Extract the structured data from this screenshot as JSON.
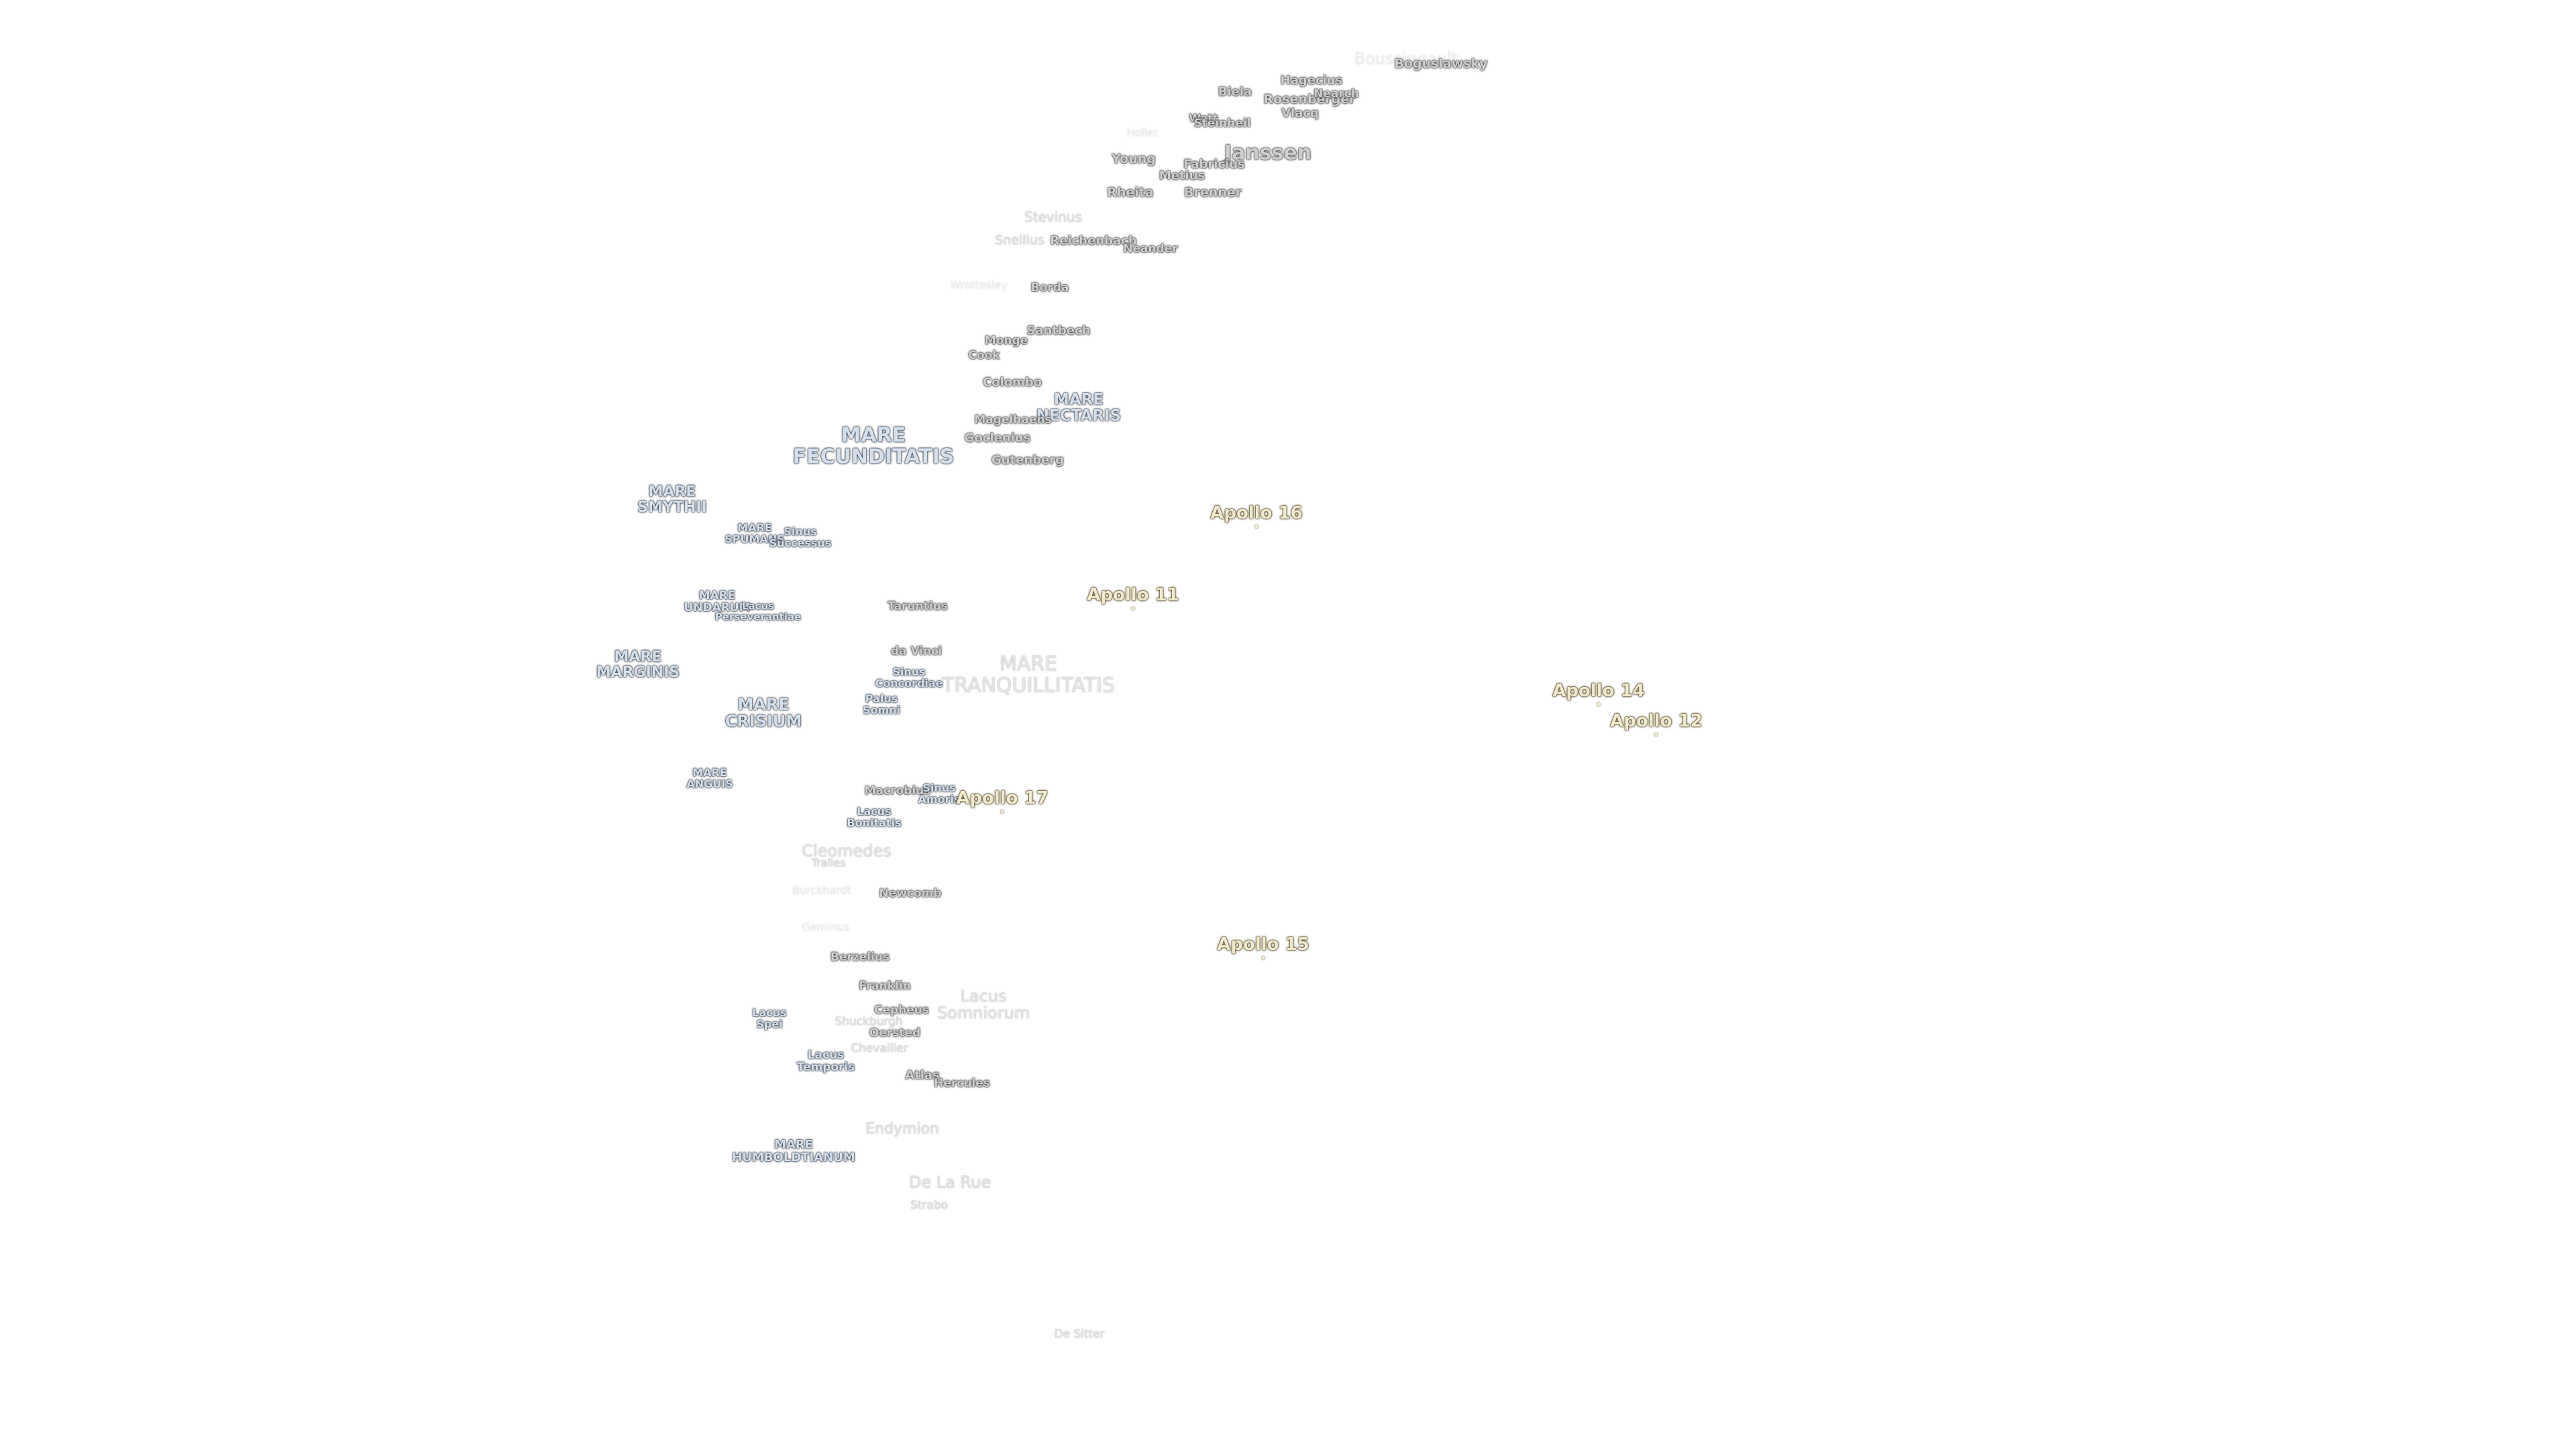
{
  "map": {
    "features": [
      {
        "name": "Boussingault",
        "kind": "pale"
      },
      {
        "name": "Boguslawsky",
        "kind": "crater"
      },
      {
        "name": "Hagecius",
        "kind": "crater"
      },
      {
        "name": "Biela",
        "kind": "crater"
      },
      {
        "name": "Rosenberger",
        "kind": "crater"
      },
      {
        "name": "Nearch",
        "kind": "crater"
      },
      {
        "name": "Vlacq",
        "kind": "crater"
      },
      {
        "name": "Watt",
        "kind": "crater"
      },
      {
        "name": "Steinheil",
        "kind": "crater"
      },
      {
        "name": "Hollet",
        "kind": "pale"
      },
      {
        "name": "Janssen",
        "kind": "crater"
      },
      {
        "name": "Young",
        "kind": "crater"
      },
      {
        "name": "Fabricius",
        "kind": "crater"
      },
      {
        "name": "Metius",
        "kind": "crater"
      },
      {
        "name": "Rheita",
        "kind": "crater"
      },
      {
        "name": "Brenner",
        "kind": "crater"
      },
      {
        "name": "Stevinus",
        "kind": "faint"
      },
      {
        "name": "Snellius",
        "kind": "faint"
      },
      {
        "name": "Reichenbach",
        "kind": "crater"
      },
      {
        "name": "Neander",
        "kind": "crater"
      },
      {
        "name": "Wrottesley",
        "kind": "pale"
      },
      {
        "name": "Borda",
        "kind": "crater"
      },
      {
        "name": "Santbech",
        "kind": "crater"
      },
      {
        "name": "Monge",
        "kind": "crater"
      },
      {
        "name": "Cook",
        "kind": "crater"
      },
      {
        "name": "Colombo",
        "kind": "crater"
      },
      {
        "name": "MARE\nNECTARIS",
        "kind": "mare-sm"
      },
      {
        "name": "Magelhaens",
        "kind": "crater"
      },
      {
        "name": "MARE\nFECUNDITATIS",
        "kind": "mare-lg"
      },
      {
        "name": "Goclenius",
        "kind": "crater"
      },
      {
        "name": "Gutenberg",
        "kind": "crater"
      },
      {
        "name": "MARE\nSMYTHII",
        "kind": "mare-md"
      },
      {
        "name": "MARE\nSPUMANS",
        "kind": "mare-xs"
      },
      {
        "name": "Sinus\nSuccessus",
        "kind": "mare-xs"
      },
      {
        "name": "MARE\nUNDARUM",
        "kind": "mare-xs"
      },
      {
        "name": "Lacus\nPerseverantiae",
        "kind": "mare-xs"
      },
      {
        "name": "Taruntius",
        "kind": "crater"
      },
      {
        "name": "da Vinci",
        "kind": "crater"
      },
      {
        "name": "MARE\nMARGINIS",
        "kind": "mare-md"
      },
      {
        "name": "Sinus\nConcordiae",
        "kind": "mare-xs"
      },
      {
        "name": "MARE\nTRANQUILLITATIS",
        "kind": "faint-lg"
      },
      {
        "name": "Palus\nSomni",
        "kind": "mare-xs"
      },
      {
        "name": "MARE\nCRISIUM",
        "kind": "mare-md"
      },
      {
        "name": "MARE\nANGUIS",
        "kind": "mare-xs"
      },
      {
        "name": "Macrobius",
        "kind": "crater"
      },
      {
        "name": "Sinus\nAmoris",
        "kind": "mare-xs"
      },
      {
        "name": "Lacus\nBonitatis",
        "kind": "mare-xs"
      },
      {
        "name": "Cleomedes",
        "kind": "faint-md"
      },
      {
        "name": "Tralles",
        "kind": "faint"
      },
      {
        "name": "Burckhardt",
        "kind": "pale"
      },
      {
        "name": "Newcomb",
        "kind": "crater"
      },
      {
        "name": "Geminus",
        "kind": "pale"
      },
      {
        "name": "Berzelius",
        "kind": "crater"
      },
      {
        "name": "Franklin",
        "kind": "crater"
      },
      {
        "name": "Lacus\nSomniorum",
        "kind": "faint-lg2"
      },
      {
        "name": "Lacus\nSpei",
        "kind": "mare-xs"
      },
      {
        "name": "Cepheus",
        "kind": "crater"
      },
      {
        "name": "Shuckburgh",
        "kind": "faint"
      },
      {
        "name": "Oersted",
        "kind": "crater"
      },
      {
        "name": "Chevallier",
        "kind": "faint"
      },
      {
        "name": "Lacus\nTemporis",
        "kind": "mare-xs"
      },
      {
        "name": "Atlas",
        "kind": "crater"
      },
      {
        "name": "Hercules",
        "kind": "crater"
      },
      {
        "name": "Endymion",
        "kind": "faint-md"
      },
      {
        "name": "MARE\nHUMBOLDTIANUM",
        "kind": "mare-xs"
      },
      {
        "name": "De La Rue",
        "kind": "faint-md"
      },
      {
        "name": "Strabo",
        "kind": "faint"
      },
      {
        "name": "De Sitter",
        "kind": "faint"
      }
    ],
    "apollo_sites": [
      {
        "name": "Apollo 16"
      },
      {
        "name": "Apollo 11"
      },
      {
        "name": "Apollo 14"
      },
      {
        "name": "Apollo 12"
      },
      {
        "name": "Apollo 17"
      },
      {
        "name": "Apollo 15"
      }
    ],
    "colors": {
      "mare_label": "#d5e0ee",
      "crater_label": "#cfcfcf",
      "apollo_label": "#f3e9cc",
      "background": "#ffffff"
    }
  }
}
